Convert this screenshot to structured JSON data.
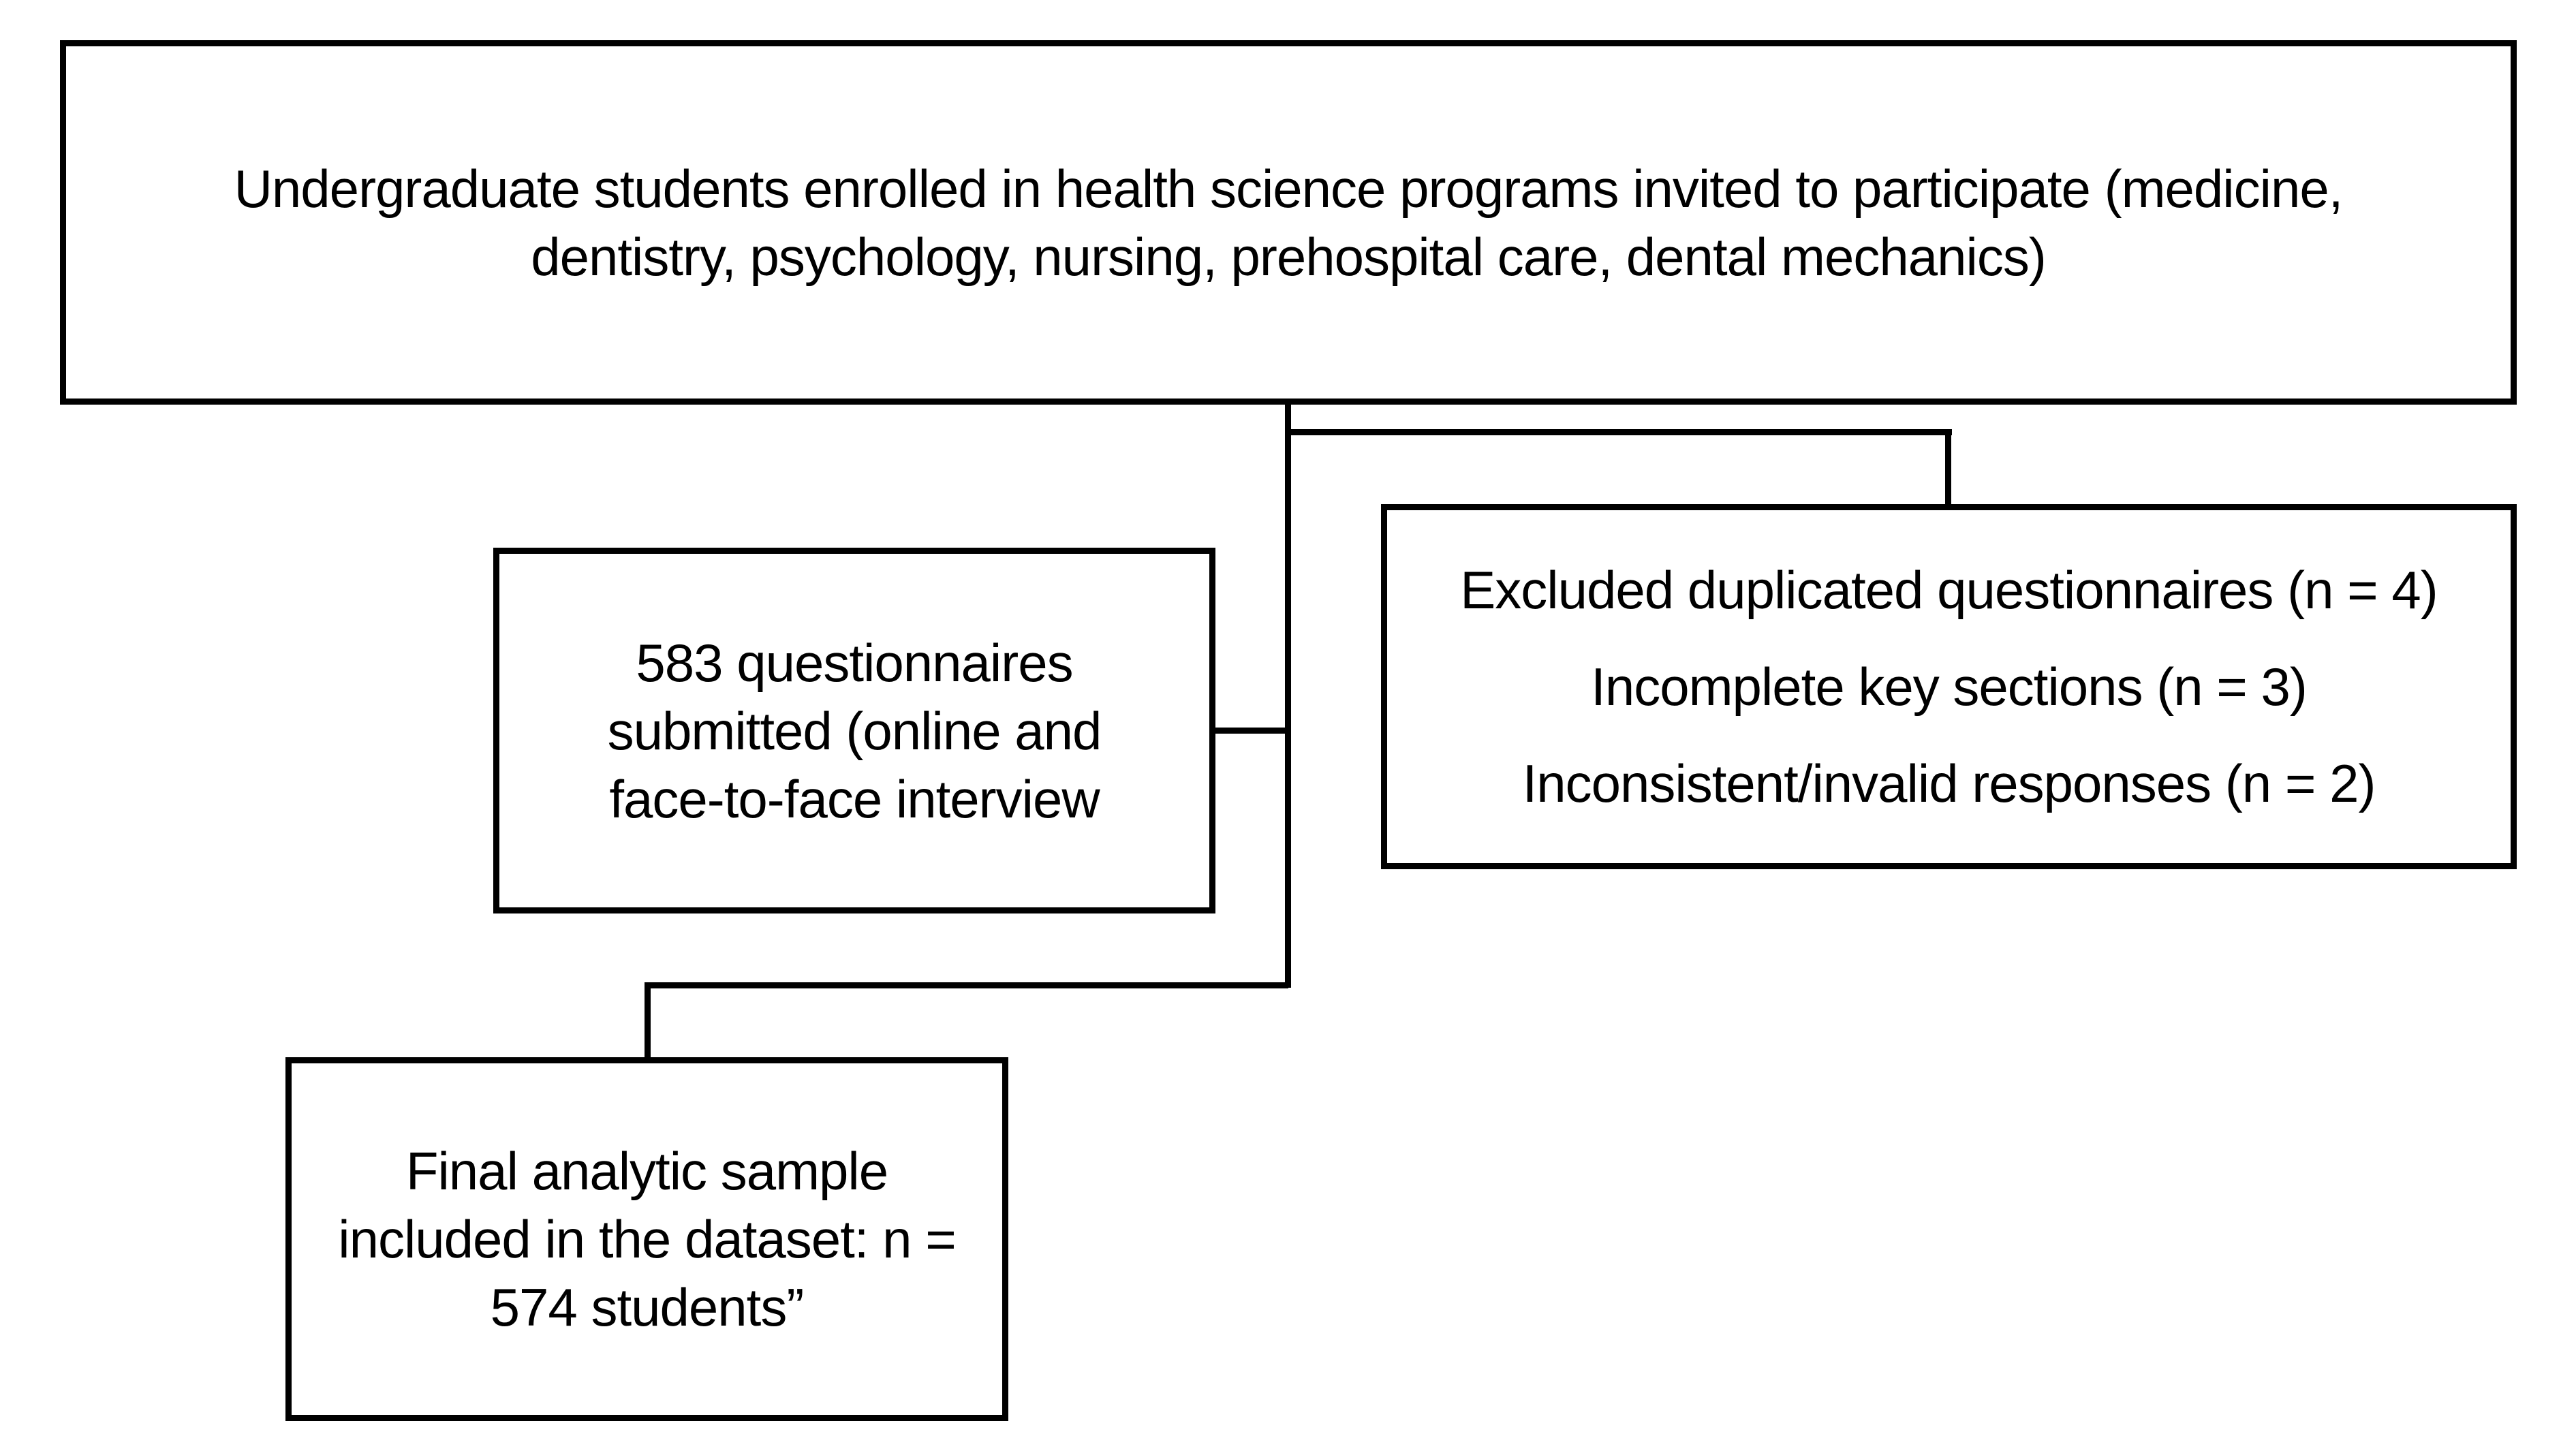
{
  "diagram": {
    "type": "flowchart",
    "background_color": "#ffffff",
    "line_color": "#000000",
    "boxes": {
      "invited": {
        "lines": [
          "Undergraduate students enrolled in health science programs invited to participate (medicine,",
          "dentistry, psychology, nursing, prehospital care, dental mechanics)"
        ]
      },
      "submitted": {
        "lines": [
          "583 questionnaires",
          "submitted (online and",
          "face-to-face interview"
        ]
      },
      "excluded": {
        "lines": [
          "Excluded duplicated questionnaires (n = 4)",
          "Incomplete key sections (n = 3)",
          "Inconsistent/invalid responses (n = 2)"
        ]
      },
      "final": {
        "lines": [
          "Final analytic sample",
          "included in the dataset: n =",
          "574 students”"
        ]
      }
    }
  }
}
